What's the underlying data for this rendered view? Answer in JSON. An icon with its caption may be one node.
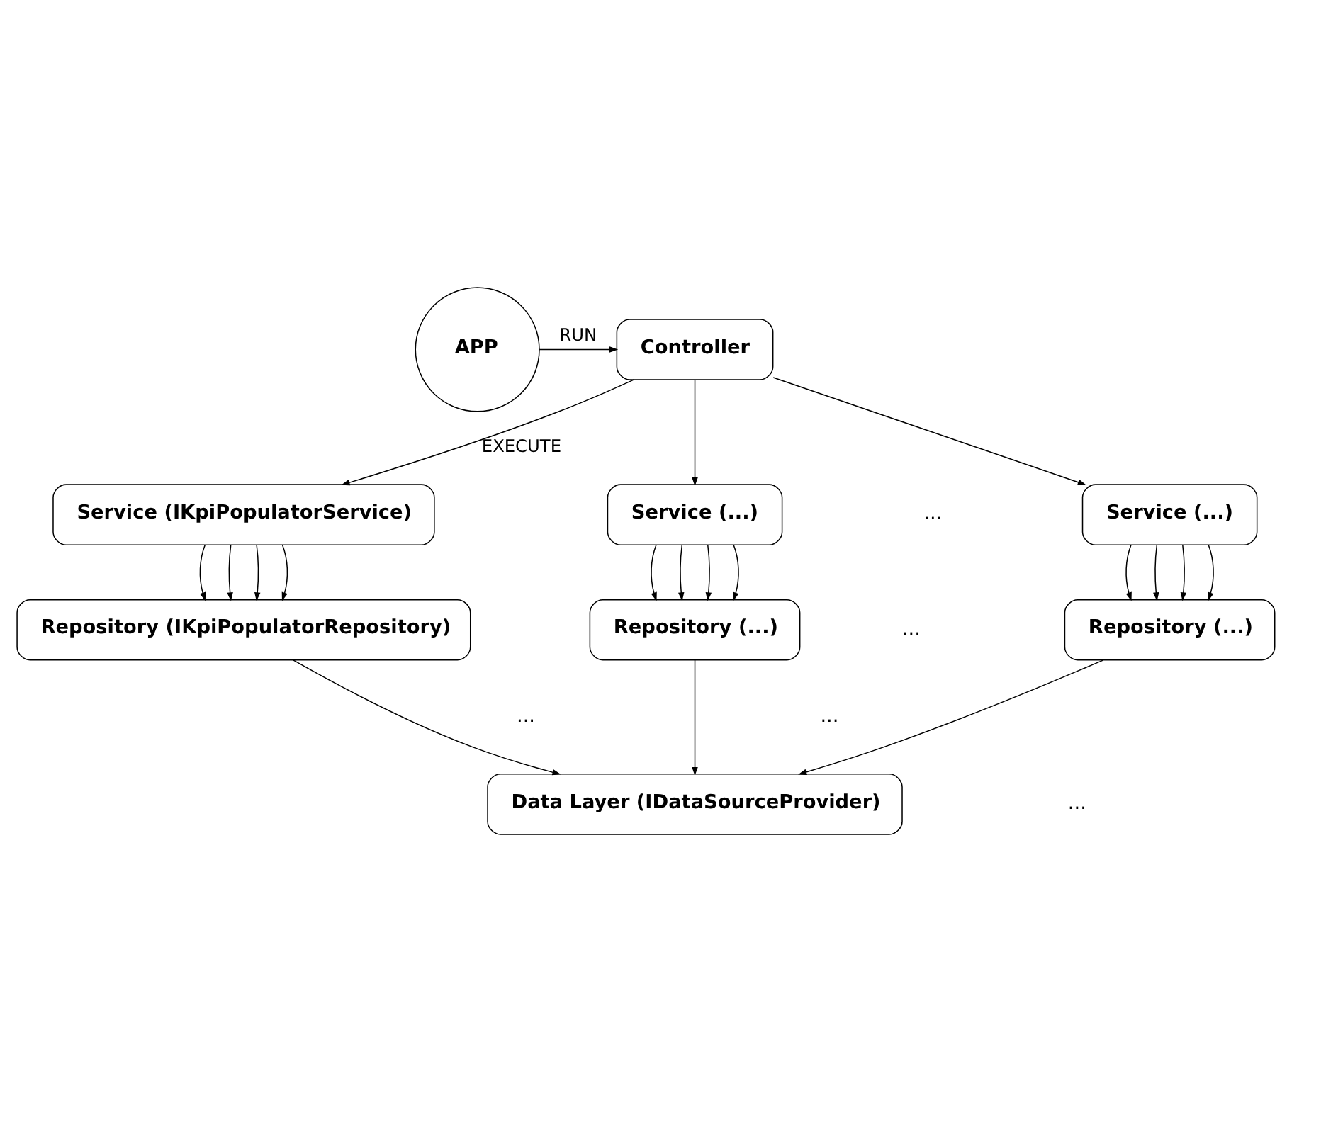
{
  "diagram": {
    "nodes": [
      {
        "text": [
          "APP"
        ]
      },
      {
        "text": [
          "Controller"
        ]
      },
      {
        "text": [
          "Service (IKpiPopulatorService)"
        ]
      },
      {
        "text": [
          "Service (...)"
        ]
      },
      {
        "text": [
          "Service (...)"
        ]
      },
      {
        "text": [
          "Repository (IKpiPopulatorRepository)"
        ]
      },
      {
        "text": [
          "Repository (...)"
        ]
      },
      {
        "text": [
          "Repository (...)"
        ]
      },
      {
        "text": [
          "Data Layer (IDataSourceProvider)"
        ]
      }
    ],
    "edges": [
      {
        "from": 0,
        "to": 1,
        "arrow": "to",
        "label": "RUN"
      },
      {
        "from": 1,
        "to": 2,
        "arrow": "to",
        "label": "EXECUTE"
      },
      {
        "from": 1,
        "to": 3,
        "arrow": "to"
      },
      {
        "from": 1,
        "to": 4,
        "arrow": "to"
      },
      {
        "from": 2,
        "to": 5,
        "arrow": "to"
      },
      {
        "from": 2,
        "to": 5,
        "arrow": "to"
      },
      {
        "from": 2,
        "to": 5,
        "arrow": "to"
      },
      {
        "from": 2,
        "to": 5,
        "arrow": "to"
      },
      {
        "from": 3,
        "to": 6,
        "arrow": "to"
      },
      {
        "from": 3,
        "to": 6,
        "arrow": "to"
      },
      {
        "from": 3,
        "to": 6,
        "arrow": "to"
      },
      {
        "from": 3,
        "to": 6,
        "arrow": "to"
      },
      {
        "from": 4,
        "to": 7,
        "arrow": "to"
      },
      {
        "from": 4,
        "to": 7,
        "arrow": "to"
      },
      {
        "from": 4,
        "to": 7,
        "arrow": "to"
      },
      {
        "from": 4,
        "to": 7,
        "arrow": "to"
      },
      {
        "from": 5,
        "to": 8,
        "arrow": "to"
      },
      {
        "from": 6,
        "to": 8,
        "arrow": "to"
      },
      {
        "from": 7,
        "to": 8,
        "arrow": "to"
      }
    ],
    "labels": [
      "...",
      "...",
      "...",
      "...",
      "..."
    ]
  }
}
